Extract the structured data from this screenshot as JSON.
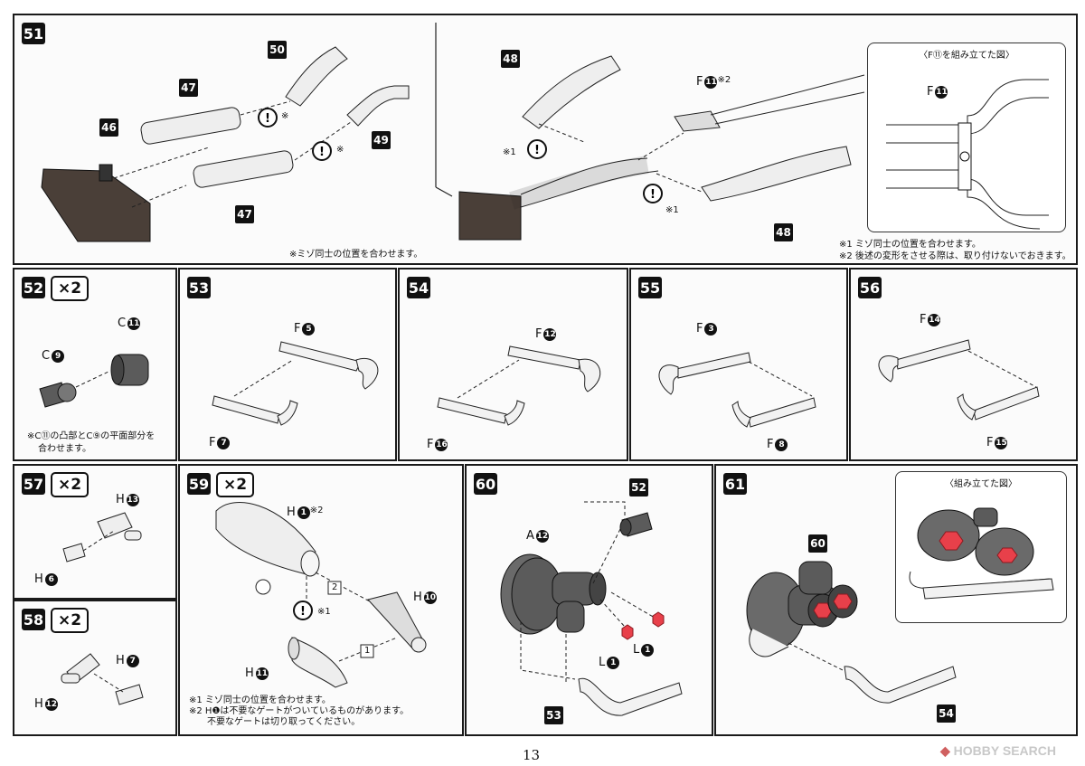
{
  "steps": {
    "s51": {
      "number": "51",
      "labels": {
        "p46": "46",
        "p47a": "47",
        "p47b": "47",
        "p50": "50",
        "p49": "49",
        "p48a": "48",
        "p48b": "48"
      },
      "f11": "F",
      "f11n": "11",
      "mark2": "※2",
      "mark1a": "※1",
      "mark1b": "※1",
      "marka": "※",
      "markb": "※",
      "note_left": "※ミゾ同士の位置を合わせます。",
      "inset_title": "〈F⑪を組み立てた図〉",
      "inset_f": "F",
      "inset_fn": "11",
      "notes_right": [
        "※1 ミゾ同士の位置を合わせます。",
        "※2 後述の変形をさせる際は、取り付けないでおきます。"
      ]
    },
    "s52": {
      "number": "52",
      "mult": "×2",
      "c11": "C",
      "c11n": "11",
      "c9": "C",
      "c9n": "9",
      "note": [
        "※C⑪の凸部とC⑨の平面部分を",
        "合わせます。"
      ]
    },
    "s53": {
      "number": "53",
      "fa": "F",
      "fan": "5",
      "fb": "F",
      "fbn": "7"
    },
    "s54": {
      "number": "54",
      "fa": "F",
      "fan": "12",
      "fb": "F",
      "fbn": "16"
    },
    "s55": {
      "number": "55",
      "fa": "F",
      "fan": "3",
      "fb": "F",
      "fbn": "8"
    },
    "s56": {
      "number": "56",
      "fa": "F",
      "fan": "14",
      "fb": "F",
      "fbn": "15"
    },
    "s57": {
      "number": "57",
      "mult": "×2",
      "ha": "H",
      "han": "13",
      "hb": "H",
      "hbn": "6"
    },
    "s58": {
      "number": "58",
      "mult": "×2",
      "ha": "H",
      "han": "7",
      "hb": "H",
      "hbn": "12"
    },
    "s59": {
      "number": "59",
      "mult": "×2",
      "h1": "H",
      "h1n": "1",
      "mark2": "※2",
      "mark1": "※1",
      "h10": "H",
      "h10n": "10",
      "h11": "H",
      "h11n": "11",
      "box1": "1",
      "box2": "2",
      "notes": [
        "※1 ミゾ同士の位置を合わせます。",
        "※2 H❶は不要なゲートがついているものがあります。",
        "　　不要なゲートは切り取ってください。"
      ]
    },
    "s60": {
      "number": "60",
      "p52": "52",
      "p53": "53",
      "a12": "A",
      "a12n": "12",
      "l1a": "L",
      "l1an": "1",
      "l1b": "L",
      "l1bn": "1"
    },
    "s61": {
      "number": "61",
      "p60": "60",
      "p54": "54",
      "inset_title": "〈組み立てた図〉"
    }
  },
  "page_number": "13",
  "watermark": "HOBBY SEARCH",
  "colors": {
    "part_gray": "#5b5b5b",
    "part_light": "#eeeeee",
    "accent_red": "#e8404a",
    "ink": "#111111"
  }
}
